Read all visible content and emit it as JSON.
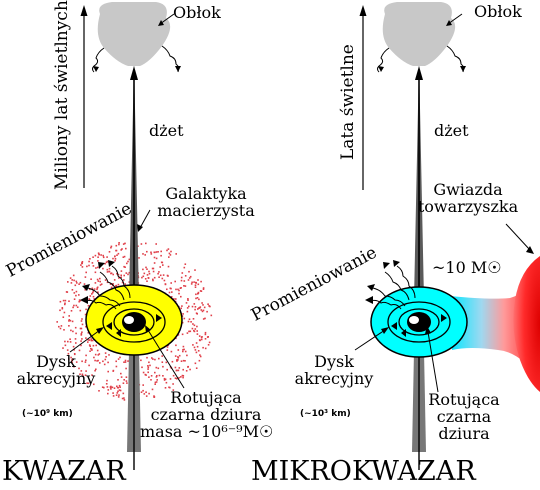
{
  "colors": {
    "cloud": "#c8c8c8",
    "jet": "#777777",
    "disk_quasar": "#ffff00",
    "disk_micro": "#00ffff",
    "dots": "#e0404a",
    "companion_star": "#ee1111"
  },
  "quasar": {
    "axis_label": "Miliony lat świetlnych",
    "cloud_label": "Obłok",
    "jet_label": "dżet",
    "radiation_label": "Promieniowanie",
    "host_galaxy_line1": "Galaktyka",
    "host_galaxy_line2": "macierzysta",
    "disk_line1": "Dysk",
    "disk_line2": "akrecyjny",
    "disk_size": "(~10⁹ km)",
    "bh_line1": "Rotująca",
    "bh_line2": "czarna dziura",
    "bh_mass": "masa ~10⁶⁻⁹M☉",
    "title": "KWAZAR"
  },
  "microquasar": {
    "axis_label": "Lata świetlne",
    "cloud_label": "Obłok",
    "jet_label": "dżet",
    "radiation_label": "Promieniowanie",
    "companion_line1": "Gwiazda",
    "companion_line2": "towarzyszka",
    "companion_mass": "~10 M☉",
    "disk_line1": "Dysk",
    "disk_line2": "akrecyjny",
    "disk_size": "(~10³ km)",
    "bh_line1": "Rotująca",
    "bh_line2": "czarna",
    "bh_line3": "dziura",
    "title": "MIKROKWAZAR"
  }
}
